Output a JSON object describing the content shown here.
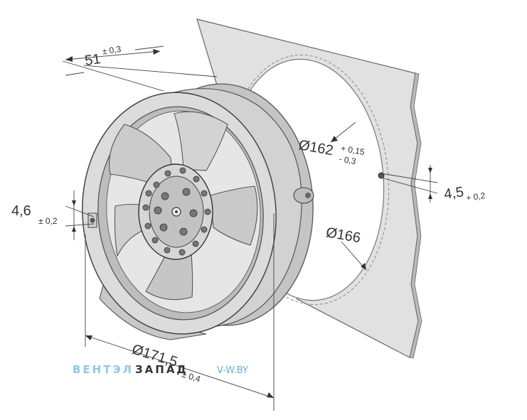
{
  "dimensions": {
    "depth": {
      "value": "51",
      "tolerance": "± 0,3"
    },
    "bore_diameter": {
      "value": "Ø162",
      "tol_upper": "+ 0,15",
      "tol_lower": "- 0,3"
    },
    "mount_hole_right": {
      "value": "4,5",
      "tolerance": "+ 0,2"
    },
    "pitch_diameter": {
      "value": "Ø166"
    },
    "mount_hole_left": {
      "value": "4,6",
      "tolerance": "± 0,2"
    },
    "outer_diameter": {
      "value": "Ø171,5",
      "tolerance": "± 0,4"
    }
  },
  "watermark": {
    "part1": "ВЕНТЭЛ",
    "part2": "ЗАПАД",
    "part3": "V-W.BY"
  }
}
